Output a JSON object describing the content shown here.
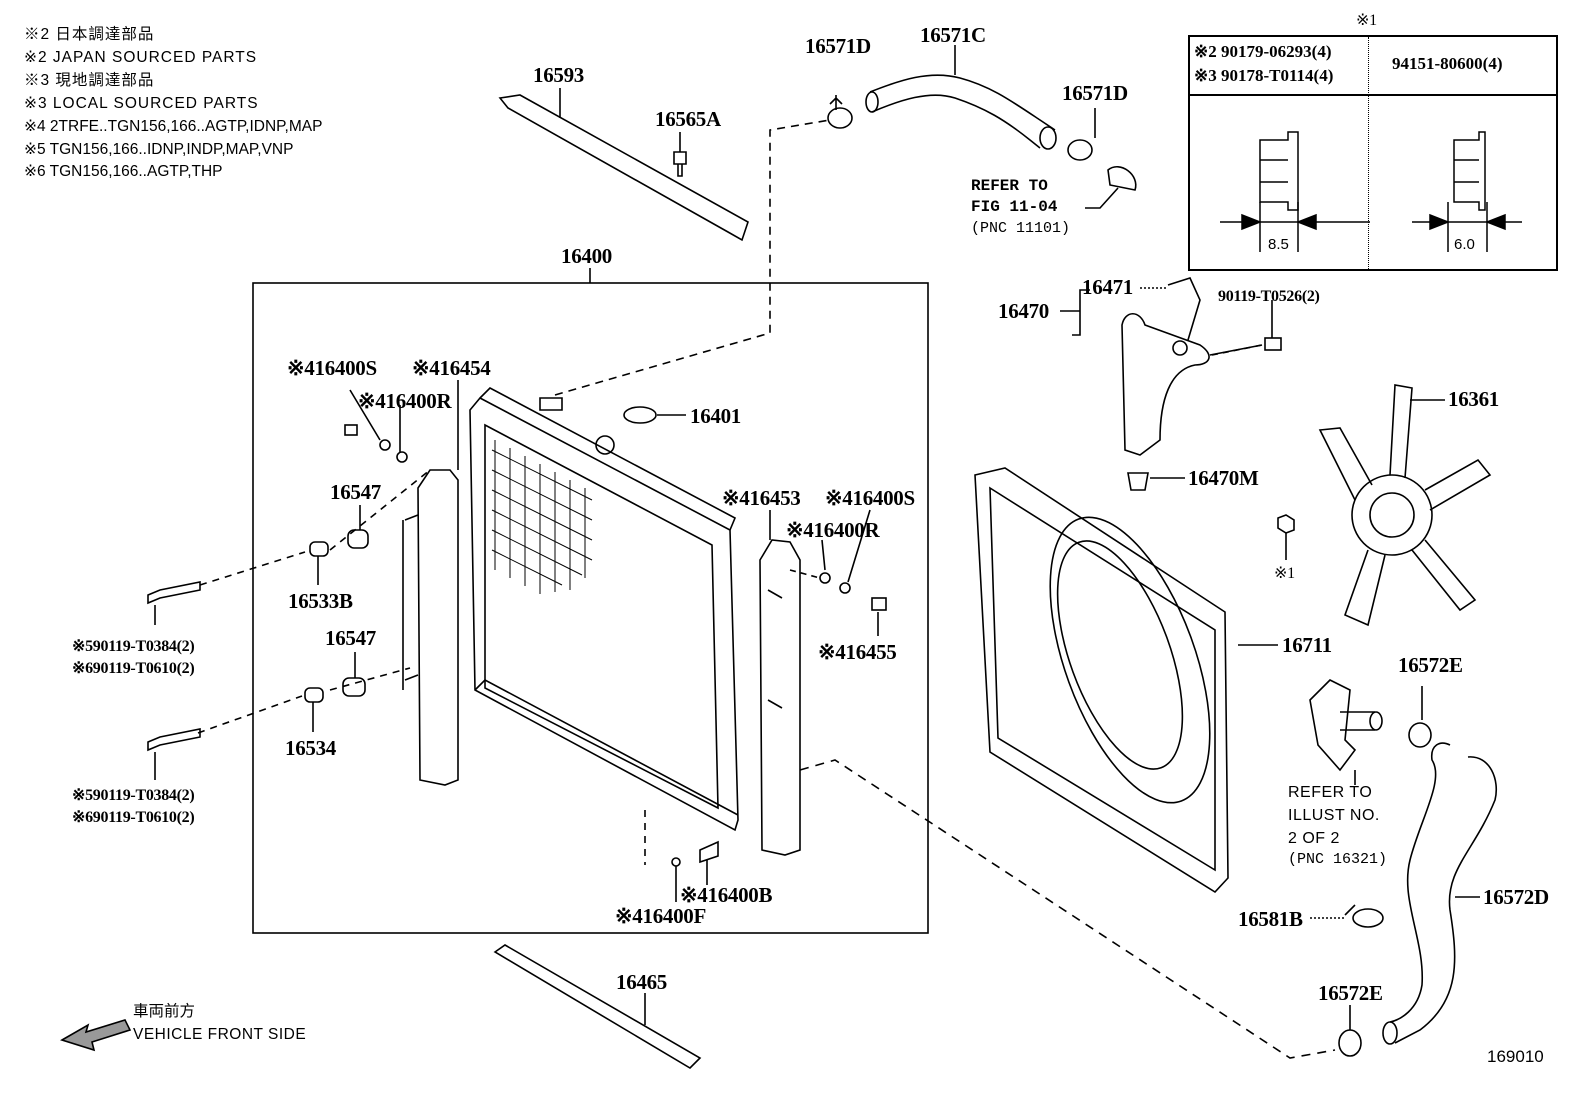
{
  "notes": [
    "※2 日本調達部品",
    "※2 JAPAN SOURCED PARTS",
    "※3 現地調達部品",
    "※3 LOCAL SOURCED PARTS",
    "※4 2TRFE..TGN156,166..AGTP,IDNP,MAP",
    "※5 TGN156,166..IDNP,INDP,MAP,VNP",
    "※6 TGN156,166..AGTP,THP"
  ],
  "nut_table": {
    "marker": "※1",
    "left_header": [
      "※2 90179-06293(4)",
      "※3 90178-T0114(4)"
    ],
    "right_header": "94151-80600(4)",
    "left_dimension": "8.5",
    "right_dimension": "6.0"
  },
  "parts": {
    "p16593": "16593",
    "p16565A": "16565A",
    "p16571D_a": "16571D",
    "p16571C": "16571C",
    "p16571D_b": "16571D",
    "p16400": "16400",
    "p16470": "16470",
    "p16471": "16471",
    "p90119_T0526": "90119-T0526(2)",
    "p16401": "16401",
    "p16400S_a": "※416400S",
    "p16454": "※416454",
    "p16400R_a": "※416400R",
    "p16361": "16361",
    "p16547_a": "16547",
    "p16533B": "16533B",
    "p16547_b": "16547",
    "p16534": "16534",
    "p16453": "※416453",
    "p16400S_b": "※416400S",
    "p16400R_b": "※416400R",
    "p16455": "※416455",
    "p16470M": "16470M",
    "p_mark1": "※1",
    "p_bolt_a5": "※590119-T0384(2)",
    "p_bolt_a6": "※690119-T0610(2)",
    "p_bolt_b5": "※590119-T0384(2)",
    "p_bolt_b6": "※690119-T0610(2)",
    "p16711": "16711",
    "p16572E_a": "16572E",
    "p16572D": "16572D",
    "p16581B": "16581B",
    "p16572E_b": "16572E",
    "p16400B": "※416400B",
    "p16400F": "※416400F",
    "p16465": "16465"
  },
  "references": {
    "fig": [
      "REFER TO",
      "FIG 11-04",
      "(PNC 11101)"
    ],
    "illust": [
      "REFER TO",
      "ILLUST NO.",
      "2 OF 2",
      "(PNC 16321)"
    ]
  },
  "direction": {
    "jp": "車両前方",
    "en": "VEHICLE FRONT SIDE"
  },
  "figure_number": "169010"
}
